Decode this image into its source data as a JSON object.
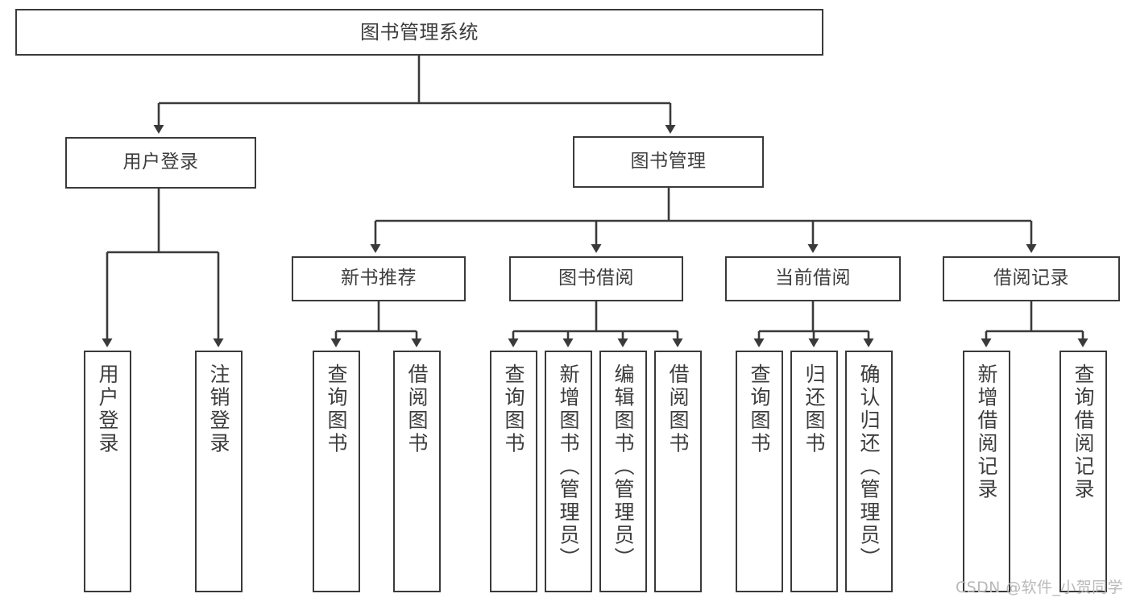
{
  "diagram": {
    "title": "图书管理系统",
    "type": "hierarchy-tree",
    "watermark": "CSDN @软件_小贺同学",
    "nodes": {
      "root": {
        "label": "图书管理系统",
        "level": 0
      },
      "user_login": {
        "label": "用户登录",
        "level": 1
      },
      "book_manage": {
        "label": "图书管理",
        "level": 1
      },
      "new_book_rec": {
        "label": "新书推荐",
        "level": 2
      },
      "book_borrow": {
        "label": "图书借阅",
        "level": 2
      },
      "current_borrow": {
        "label": "当前借阅",
        "level": 2
      },
      "borrow_record": {
        "label": "借阅记录",
        "level": 2
      },
      "leaf_user_login": {
        "label": "用户登录",
        "level": 3
      },
      "leaf_logout": {
        "label": "注销登录",
        "level": 3
      },
      "leaf_query_book_1": {
        "label": "查询图书",
        "level": 3
      },
      "leaf_borrow_book_1": {
        "label": "借阅图书",
        "level": 3
      },
      "leaf_query_book_2": {
        "label": "查询图书",
        "level": 3
      },
      "leaf_add_book": {
        "label": "新增图书（管理员）",
        "level": 3
      },
      "leaf_edit_book": {
        "label": "编辑图书（管理员）",
        "level": 3
      },
      "leaf_borrow_book_2": {
        "label": "借阅图书",
        "level": 3
      },
      "leaf_query_book_3": {
        "label": "查询图书",
        "level": 3
      },
      "leaf_return_book": {
        "label": "归还图书",
        "level": 3
      },
      "leaf_confirm_return": {
        "label": "确认归还（管理员）",
        "level": 3
      },
      "leaf_add_record": {
        "label": "新增借阅记录",
        "level": 3
      },
      "leaf_query_record": {
        "label": "查询借阅记录",
        "level": 3
      }
    },
    "edges": [
      {
        "from": "root",
        "to": "user_login"
      },
      {
        "from": "root",
        "to": "book_manage"
      },
      {
        "from": "user_login",
        "to": "leaf_user_login"
      },
      {
        "from": "user_login",
        "to": "leaf_logout"
      },
      {
        "from": "book_manage",
        "to": "new_book_rec"
      },
      {
        "from": "book_manage",
        "to": "book_borrow"
      },
      {
        "from": "book_manage",
        "to": "current_borrow"
      },
      {
        "from": "book_manage",
        "to": "borrow_record"
      },
      {
        "from": "new_book_rec",
        "to": "leaf_query_book_1"
      },
      {
        "from": "new_book_rec",
        "to": "leaf_borrow_book_1"
      },
      {
        "from": "book_borrow",
        "to": "leaf_query_book_2"
      },
      {
        "from": "book_borrow",
        "to": "leaf_add_book"
      },
      {
        "from": "book_borrow",
        "to": "leaf_edit_book"
      },
      {
        "from": "book_borrow",
        "to": "leaf_borrow_book_2"
      },
      {
        "from": "current_borrow",
        "to": "leaf_query_book_3"
      },
      {
        "from": "current_borrow",
        "to": "leaf_return_book"
      },
      {
        "from": "current_borrow",
        "to": "leaf_confirm_return"
      },
      {
        "from": "borrow_record",
        "to": "leaf_add_record"
      },
      {
        "from": "borrow_record",
        "to": "leaf_query_record"
      }
    ],
    "colors": {
      "border": "#3a3a3a",
      "text": "#3d3d3d",
      "background": "#ffffff",
      "connector": "#3a3a3a",
      "watermark": "#b9b9b9"
    }
  }
}
